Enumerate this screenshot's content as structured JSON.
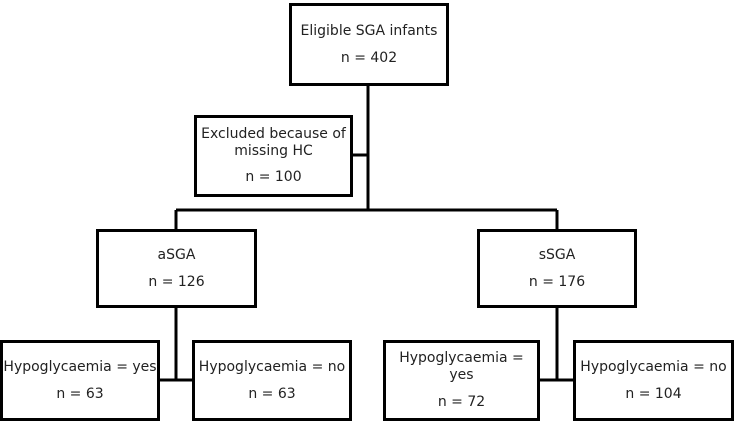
{
  "nodes": {
    "eligible": {
      "label": "Eligible SGA infants",
      "count": "n = 402"
    },
    "excluded": {
      "label_line1": "Excluded because of",
      "label_line2": "missing HC",
      "count": "n = 100"
    },
    "asga": {
      "label": "aSGA",
      "count": "n = 126"
    },
    "ssga": {
      "label": "sSGA",
      "count": "n = 176"
    },
    "asga_hypo_yes": {
      "label": "Hypoglycaemia = yes",
      "count": "n = 63"
    },
    "asga_hypo_no": {
      "label": "Hypoglycaemia = no",
      "count": "n = 63"
    },
    "ssga_hypo_yes": {
      "label": "Hypoglycaemia = yes",
      "count": "n = 72"
    },
    "ssga_hypo_no": {
      "label": "Hypoglycaemia = no",
      "count": "n = 104"
    }
  }
}
